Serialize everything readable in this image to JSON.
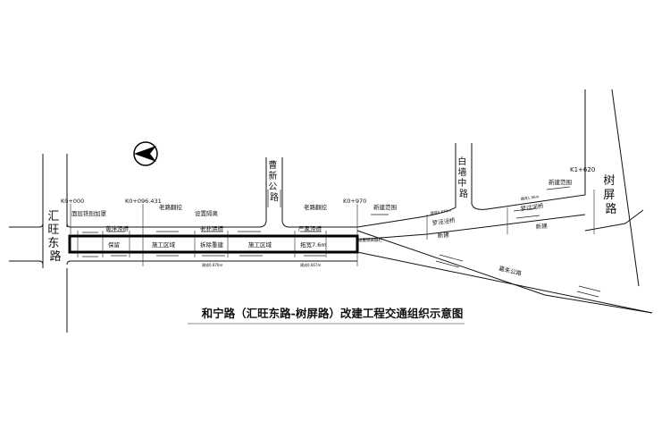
{
  "title": "和宁路（汇旺东路-树屏路）改建工程交通组织示意图",
  "roads": {
    "huiwang": "汇旺东路",
    "caoxin": "曹新公路",
    "baiqiangzhong": "白墙中路",
    "shuping": "树屏路",
    "jiazhu": "嘉朱公路"
  },
  "stations": {
    "k0_000": "K0+000",
    "k0_096": "K0+096.431",
    "k0_970": "K0+970",
    "k1_620": "K1+620"
  },
  "labels": {
    "milling": "面层铣刨加罩",
    "old_dig_1": "老路翻挖",
    "isolation": "设置隔离",
    "old_dig_2": "老路翻挖",
    "new_scope_1": "新建范围",
    "new_scope_2": "新建范围",
    "retain": "保留",
    "construction_1": "施工区域",
    "construction_2": "施工区域",
    "demolish_rebuild": "拆除重建",
    "widen": "拓宽7.6m",
    "new_1": "新建",
    "new_2": "新建",
    "set_isolation_fence": "设置隔离栅栏"
  },
  "bridges": {
    "huangpan": "黄泮泾桥",
    "laopu": "老朴浜桥",
    "yanjia": "严家泾桥",
    "luojing": "罗泾泾桥",
    "luoguo": "罗过河桥"
  },
  "small_notes": {
    "n1": "建成0.876m",
    "n2": "建成0.667m",
    "n3": "建成0.879m",
    "n4": "建成1.96m"
  }
}
